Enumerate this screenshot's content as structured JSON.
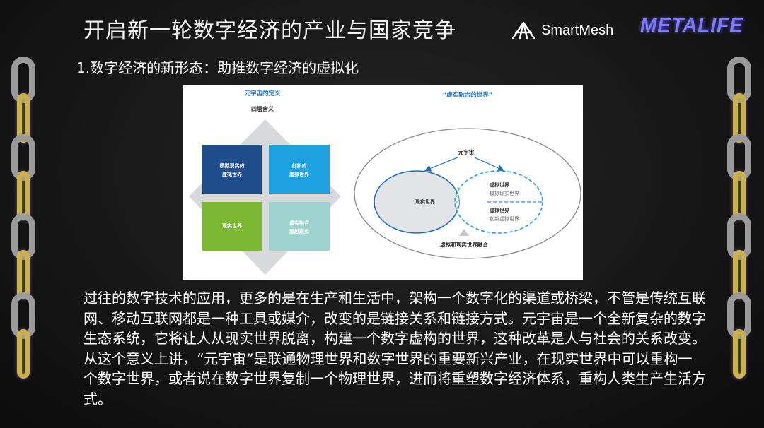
{
  "slide": {
    "title": "开启新一轮数字经济的产业与国家竞争",
    "subtitle": "1.数字经济的新形态：助推数字经济的虚拟化",
    "body": "过往的数字技术的应用，更多的是在生产和生活中，架构一个数字化的渠道或桥梁，不管是传统互联网、移动互联网都是一种工具或媒介，改变的是链接关系和链接方式。元宇宙是一个全新复杂的数字生态系统，它将让人从现实世界脱离，构建一个数字虚构的世界，这种改革是人与社会的关系改变。从这个意义上讲，“元宇宙”是联通物理世界和数字世界的重要新兴产业，在现实世界中可以重构一个数字世界，或者说在数字世界复制一个物理世界，进而将重塑数字经济体系，重构人类生产生活方式。"
  },
  "brands": {
    "smartmesh": "SmartMesh",
    "metalife": "METALIFE"
  },
  "figure": {
    "left": {
      "heading": "元宇宙的定义",
      "subheading": "四层含义",
      "box_tl_line1": "模拟现实的",
      "box_tl_line2": "虚拟世界",
      "box_tr_line1": "创新的",
      "box_tr_line2": "虚拟世界",
      "box_bl": "现实世界",
      "box_br_line1": "虚实融合",
      "box_br_line2": "超越现实"
    },
    "right": {
      "heading": "“虚实融合的世界”",
      "metaverse": "元宇宙",
      "real_world": "现实世界",
      "virtual_title_1": "虚拟世界",
      "virtual_sub_1": "模拟现实世界",
      "virtual_title_2": "虚拟世界",
      "virtual_sub_2": "创新虚拟世界",
      "fusion": "虚拟和现实世界融合"
    },
    "colors": {
      "dark_blue": "#1f4e8c",
      "light_blue": "#1ea1e0",
      "green": "#7cb832",
      "teal": "#9fd3d0",
      "heading_blue": "#1f6fb5"
    }
  }
}
